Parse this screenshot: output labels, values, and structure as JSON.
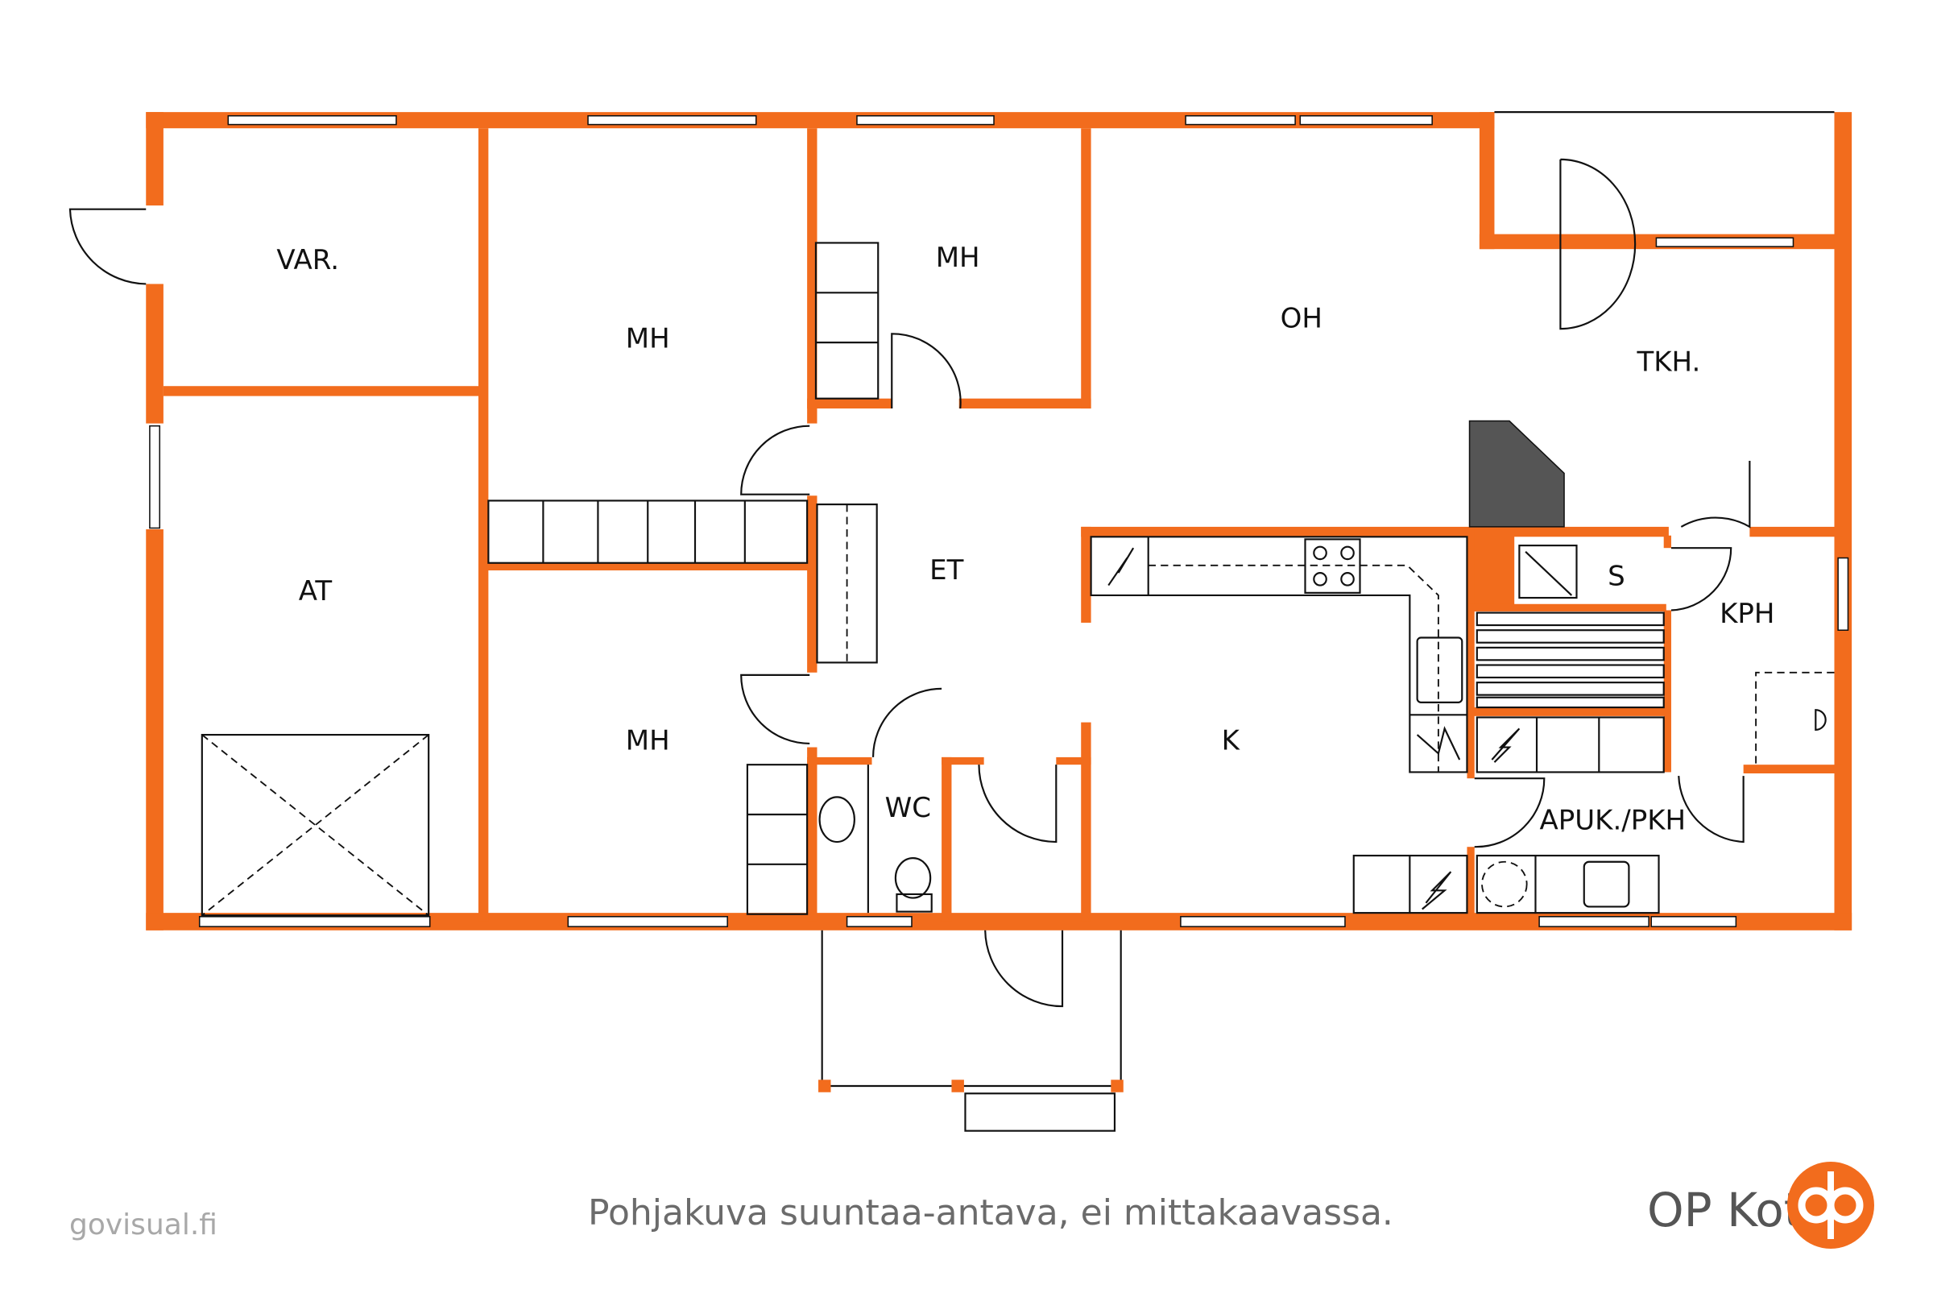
{
  "rooms": {
    "var": "VAR.",
    "at": "AT",
    "mh1": "MH",
    "mh2": "MH",
    "mh3": "MH",
    "oh": "OH",
    "tkh": "TKH.",
    "et": "ET",
    "wc": "WC",
    "k": "K",
    "s": "S",
    "kph": "KPH",
    "apuk": "APUK./PKH"
  },
  "footer": {
    "note": "Pohjakuva suuntaa-antava, ei mittakaavassa.",
    "site": "govisual.fi",
    "brand": "OP Koti"
  },
  "colors": {
    "wall": "#f26c1d",
    "text": "#6b6b6b"
  }
}
